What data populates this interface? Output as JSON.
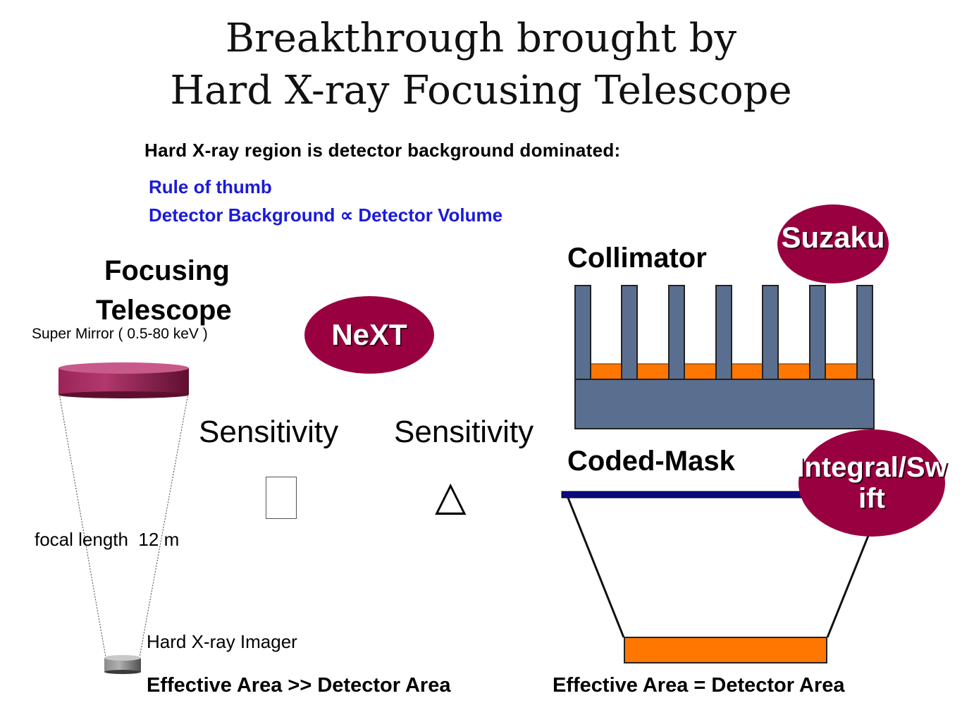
{
  "title": {
    "line1": "Breakthrough brought by",
    "line2": "Hard X-ray Focusing Telescope"
  },
  "intro": {
    "statement": "Hard X-ray region is detector background dominated:",
    "rule_title": "Rule of thumb",
    "rule_body": "Detector Background ∝ Detector Volume"
  },
  "focusing": {
    "heading_line1": "Focusing",
    "heading_line2": "Telescope",
    "mirror_label": "Super Mirror ( 0.5-80 keV )",
    "focal_label": "focal length  12 m",
    "imager_label": "Hard X-ray Imager",
    "area_caption": "Effective Area >> Detector Area",
    "badge": "NeXT"
  },
  "comparison": {
    "left_word": "Sensitivity",
    "right_word": "Sensitivity",
    "delta_symbol": "△"
  },
  "collimator": {
    "heading": "Collimator",
    "badge": "Suzaku"
  },
  "coded_mask": {
    "heading": "Coded-Mask",
    "badge_line1": "Integral/Sw",
    "badge_line2": "ift",
    "area_caption": "Effective Area = Detector Area"
  },
  "colors": {
    "badge": "#990040",
    "rule_text": "#1a1adb",
    "collimator_slate": "#5a6f8f",
    "detector_orange": "#ff7700",
    "mask_navy": "#0a0a80",
    "mirror_magenta": "#a02a60"
  }
}
